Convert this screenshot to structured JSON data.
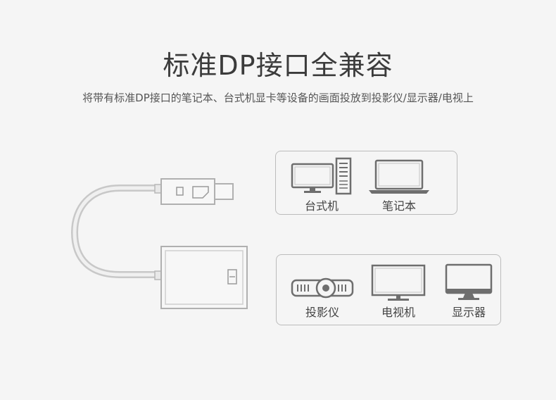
{
  "header": {
    "title": "标准DP接口全兼容",
    "subtitle": "将带有标准DP接口的笔记本、台式机显卡等设备的画面投放到投影仪/显示器/电视上"
  },
  "source_devices": [
    {
      "label": "台式机",
      "icon": "desktop-pc-icon"
    },
    {
      "label": "笔记本",
      "icon": "laptop-icon"
    }
  ],
  "display_devices": [
    {
      "label": "投影仪",
      "icon": "projector-icon"
    },
    {
      "label": "电视机",
      "icon": "tv-icon"
    },
    {
      "label": "显示器",
      "icon": "monitor-icon"
    }
  ],
  "colors": {
    "background": "#f5f5f5",
    "icon_stroke": "#6e6e6e",
    "box_border": "#bcbcbc"
  }
}
